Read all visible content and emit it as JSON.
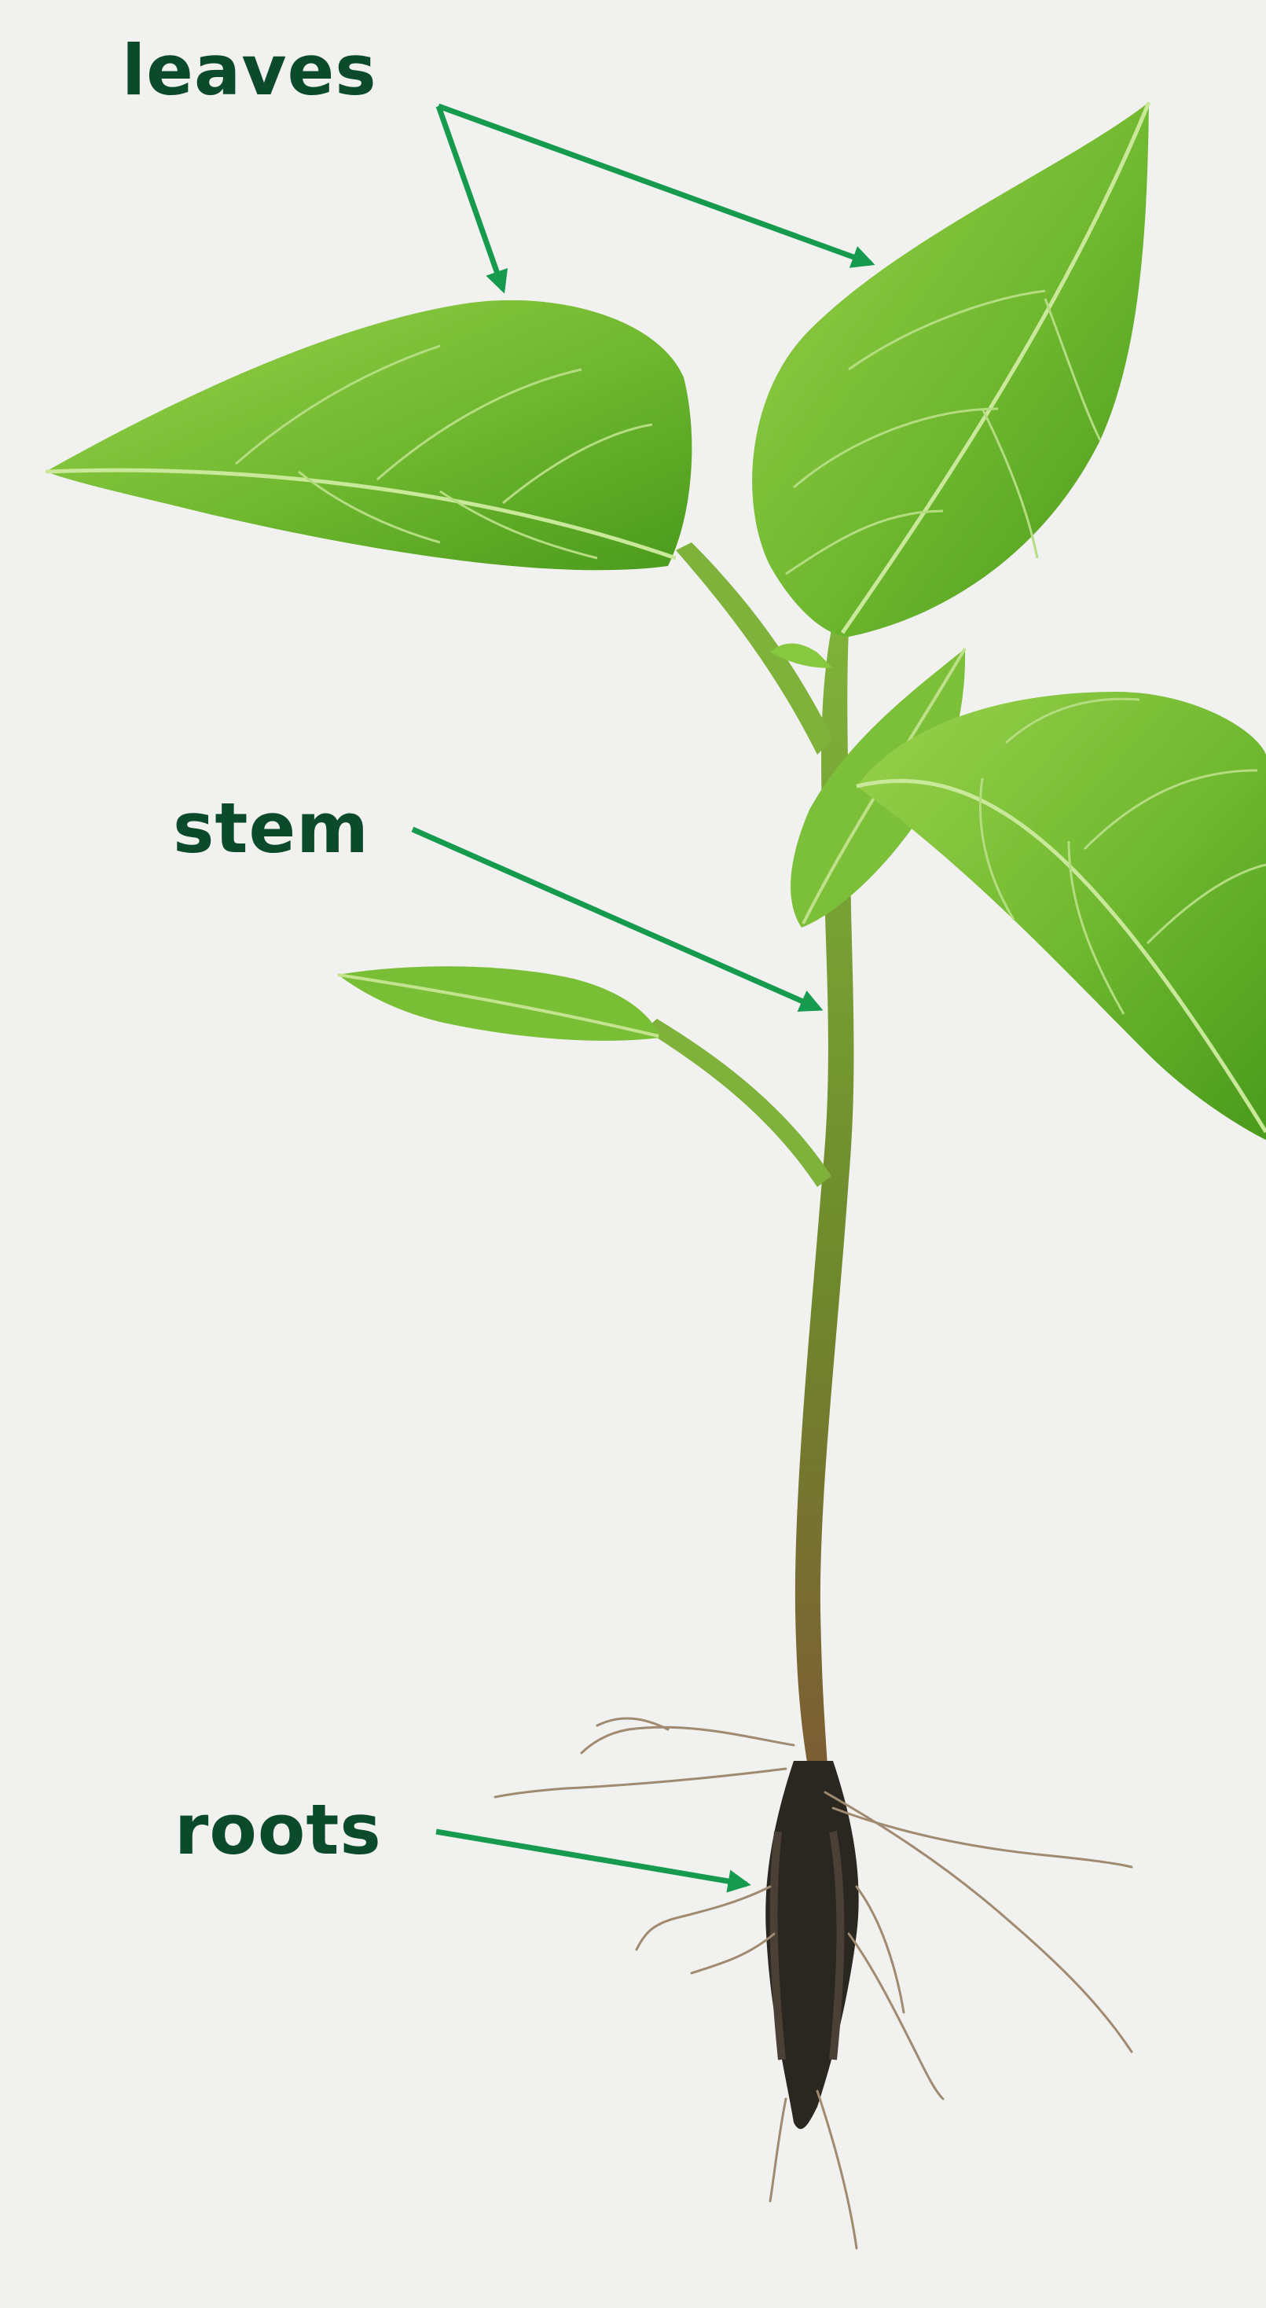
{
  "labels": {
    "leaves": "leaves",
    "stem": "stem",
    "roots": "roots"
  },
  "colors": {
    "background": "#f1f1f0",
    "label_text": "#0b4a2a",
    "arrow": "#169a4e",
    "leaf_light": "#86c83e",
    "leaf_dark": "#4f9a1f",
    "stem": "#6f8a2c",
    "stem_lower": "#8a6a3a",
    "root_soil": "#2a2620",
    "root_fiber": "#a08a70"
  }
}
